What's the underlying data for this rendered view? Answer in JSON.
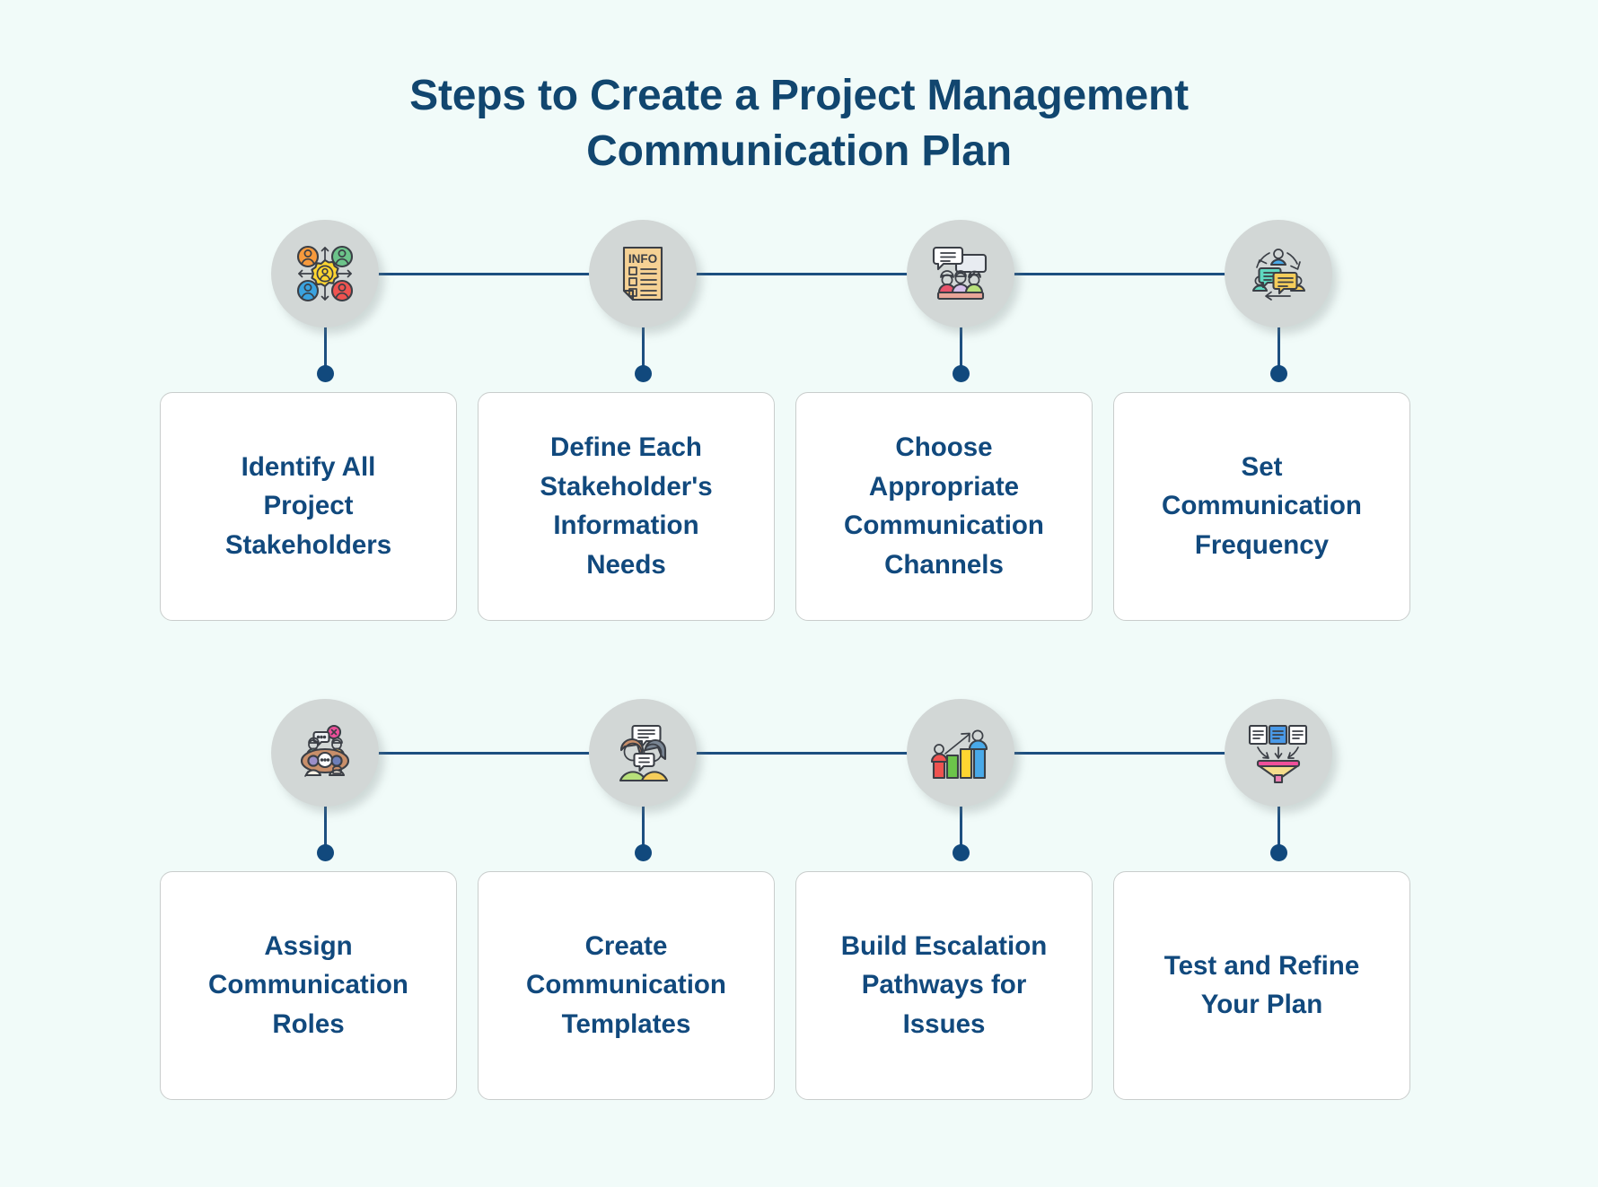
{
  "page": {
    "background_color": "#f1fbf9",
    "accent_color": "#11497d",
    "line_color": "#1d4f80",
    "circle_color": "#d2d7d6",
    "card_background": "#ffffff",
    "card_border_color": "#c9cdcc"
  },
  "header": {
    "title_line_1": "Steps to Create a Project Management",
    "title_line_2": "Communication Plan",
    "title_full": "Steps to Create a Project Management Communication Plan"
  },
  "rows": [
    {
      "steps": [
        {
          "icon": "stakeholder-network-icon",
          "label_lines": [
            "Identify All",
            "Project",
            "Stakeholders"
          ],
          "label": "Identify All Project Stakeholders"
        },
        {
          "icon": "info-document-icon",
          "icon_text": "INFO",
          "label_lines": [
            "Define Each",
            "Stakeholder's",
            "Information",
            "Needs"
          ],
          "label": "Define Each Stakeholder's Information Needs"
        },
        {
          "icon": "team-meeting-chat-icon",
          "label_lines": [
            "Choose",
            "Appropriate",
            "Communication",
            "Channels"
          ],
          "label": "Choose Appropriate Communication Channels"
        },
        {
          "icon": "communication-cycle-icon",
          "label_lines": [
            "Set",
            "Communication",
            "Frequency"
          ],
          "label": "Set Communication Frequency"
        }
      ]
    },
    {
      "steps": [
        {
          "icon": "round-table-meeting-icon",
          "label_lines": [
            "Assign",
            "Communication",
            "Roles"
          ],
          "label": "Assign Communication Roles"
        },
        {
          "icon": "two-people-conversation-icon",
          "label_lines": [
            "Create",
            "Communication",
            "Templates"
          ],
          "label": "Create Communication Templates"
        },
        {
          "icon": "escalation-bar-chart-icon",
          "label_lines": [
            "Build Escalation",
            "Pathways for",
            "Issues"
          ],
          "label": "Build Escalation Pathways for Issues"
        },
        {
          "icon": "document-funnel-icon",
          "label_lines": [
            "Test and Refine",
            "Your Plan"
          ],
          "label": "Test and Refine Your Plan"
        }
      ]
    }
  ]
}
